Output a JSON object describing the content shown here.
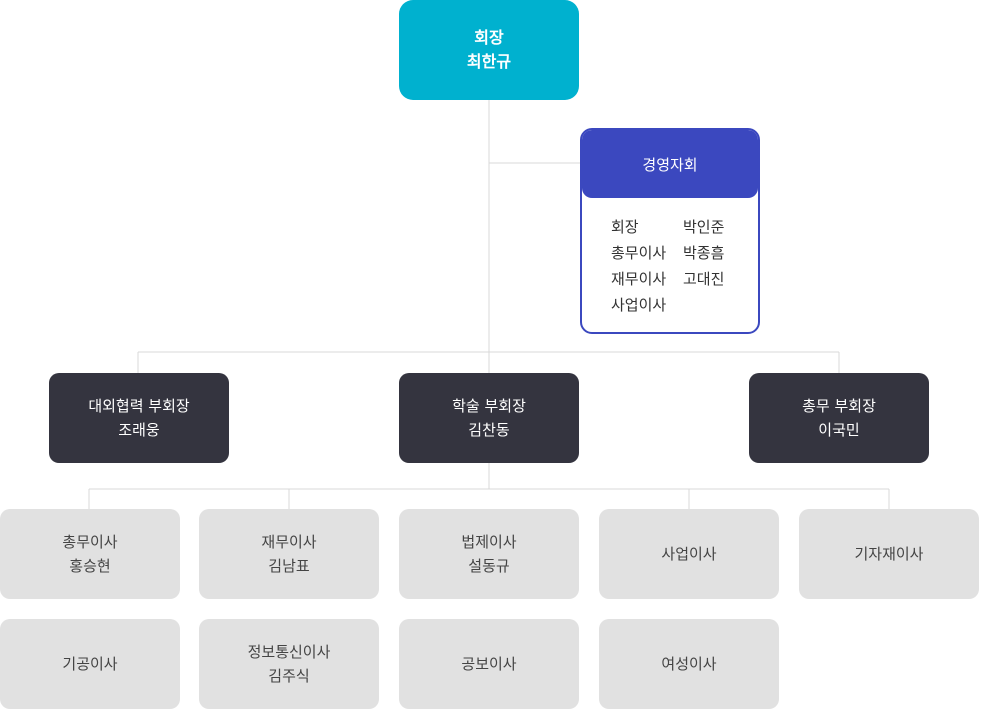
{
  "president": {
    "title": "회장",
    "name": "최한규"
  },
  "committee": {
    "title": "경영자회",
    "members": [
      {
        "role": "회장",
        "name": "박인준"
      },
      {
        "role": "총무이사",
        "name": "박종흠"
      },
      {
        "role": "재무이사",
        "name": "고대진"
      },
      {
        "role": "사업이사",
        "name": ""
      }
    ]
  },
  "vice_presidents": [
    {
      "title": "대외협력 부회장",
      "name": "조래웅"
    },
    {
      "title": "학술 부회장",
      "name": "김찬동"
    },
    {
      "title": "총무 부회장",
      "name": "이국민"
    }
  ],
  "directors": [
    {
      "title": "총무이사",
      "name": "홍승현"
    },
    {
      "title": "재무이사",
      "name": "김남표"
    },
    {
      "title": "법제이사",
      "name": "설동규"
    },
    {
      "title": "사업이사",
      "name": ""
    },
    {
      "title": "기자재이사",
      "name": ""
    },
    {
      "title": "기공이사",
      "name": ""
    },
    {
      "title": "정보통신이사",
      "name": "김주식"
    },
    {
      "title": "공보이사",
      "name": ""
    },
    {
      "title": "여성이사",
      "name": ""
    }
  ],
  "colors": {
    "president": "#00b1cf",
    "committee": "#3b48bf",
    "vice_president": "#34343f",
    "director": "#e1e1e1",
    "connector": "#d9d9d9"
  }
}
